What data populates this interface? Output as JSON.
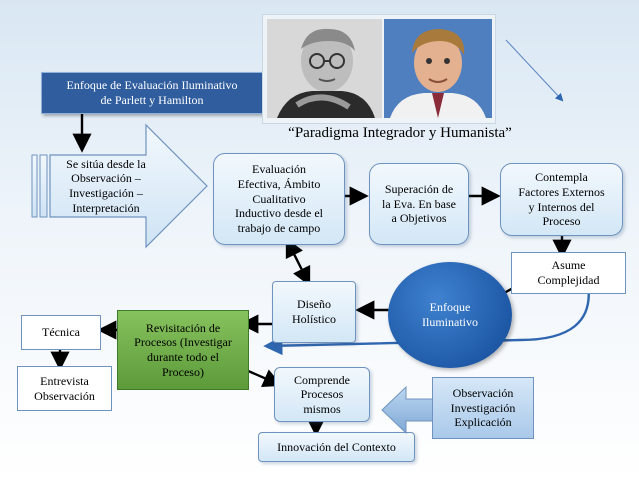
{
  "title_box": "Enfoque de Evaluación Iluminativo\nde Parlett y Hamilton",
  "quote": "“Paradigma Integrador y Humanista”",
  "arrow_block": "Se sitúa desde la\nObservación –\nInvestigación –\nInterpretación",
  "nodes": {
    "evaluacion": "Evaluación\nEfectiva, Ámbito\nCualitativo\nInductivo desde el\ntrabajo de campo",
    "superacion": "Superación de\nla Eva. En base\na Objetivos",
    "contempla": "Contempla\nFactores Externos\ny Internos del\nProceso",
    "asume": "Asume\nComplejidad",
    "enfoque": "Enfoque\nIluminativo",
    "diseno": "Diseño\nHolístico",
    "revisitacion": "Revisitación de\nProcesos (Investigar\ndurante todo el\nProceso)",
    "tecnica": "Técnica",
    "entrevista": "Entrevista\nObservación",
    "comprende": "Comprende\nProcesos\nmismos",
    "innovacion": "Innovación del Contexto",
    "observacion": "Observación\nInvestigación\nExplicación"
  },
  "colors": {
    "title_fill": "#2f5d9e",
    "revisitacion_fill": "#6fae4a",
    "enfoque_fill": "#1f5aa8",
    "observacion_fill": "#b9d4ee",
    "connector": "#000000",
    "curve": "#2f66b0"
  },
  "icons": {
    "person_left": "photo-older-man-glasses",
    "person_right": "photo-man-suit"
  }
}
